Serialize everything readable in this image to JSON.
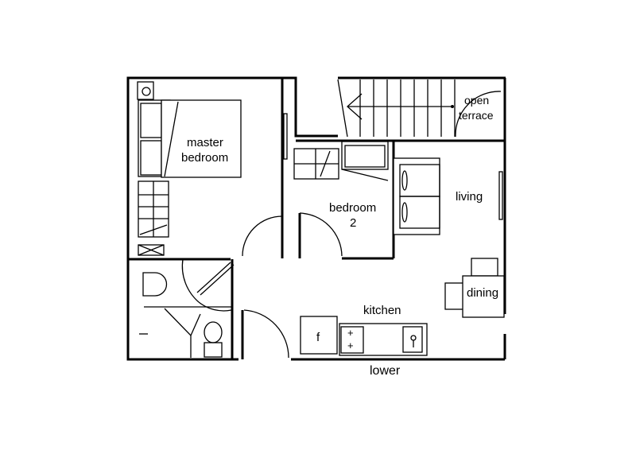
{
  "plan": {
    "rooms": {
      "master_line1": "master",
      "master_line2": "bedroom",
      "bedroom2_line1": "bedroom",
      "bedroom2_line2": "2",
      "living": "living",
      "terrace_line1": "open",
      "terrace_line2": "terrace",
      "dining": "dining",
      "kitchen": "kitchen"
    },
    "fridge": "f",
    "level": "lower"
  }
}
